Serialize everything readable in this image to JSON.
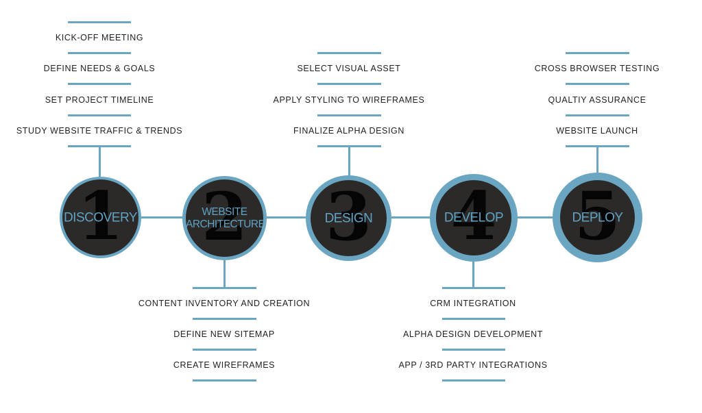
{
  "colors": {
    "accent": "#6aa6c2",
    "circle_fill": "#2c2a29",
    "label": "#5fa2c4"
  },
  "steps": [
    {
      "number": "1",
      "label": "DISCOVERY",
      "tasks": [
        "KICK-OFF MEETING",
        "DEFINE NEEDS & GOALS",
        "SET PROJECT TIMELINE",
        "STUDY WEBSITE TRAFFIC & TRENDS"
      ]
    },
    {
      "number": "2",
      "label_line1": "WEBSITE",
      "label_line2": "ARCHITECTURE",
      "tasks": [
        "CONTENT INVENTORY AND CREATION",
        "DEFINE NEW SITEMAP",
        "CREATE WIREFRAMES"
      ]
    },
    {
      "number": "3",
      "label": "DESIGN",
      "tasks": [
        "SELECT VISUAL ASSET",
        "APPLY STYLING TO WIREFRAMES",
        "FINALIZE ALPHA DESIGN"
      ]
    },
    {
      "number": "4",
      "label": "DEVELOP",
      "tasks": [
        "CRM INTEGRATION",
        "ALPHA DESIGN DEVELOPMENT",
        "APP / 3RD PARTY INTEGRATIONS"
      ]
    },
    {
      "number": "5",
      "label": "DEPLOY",
      "tasks": [
        "CROSS BROWSER TESTING",
        "QUALTIY ASSURANCE",
        "WEBSITE LAUNCH"
      ]
    }
  ]
}
